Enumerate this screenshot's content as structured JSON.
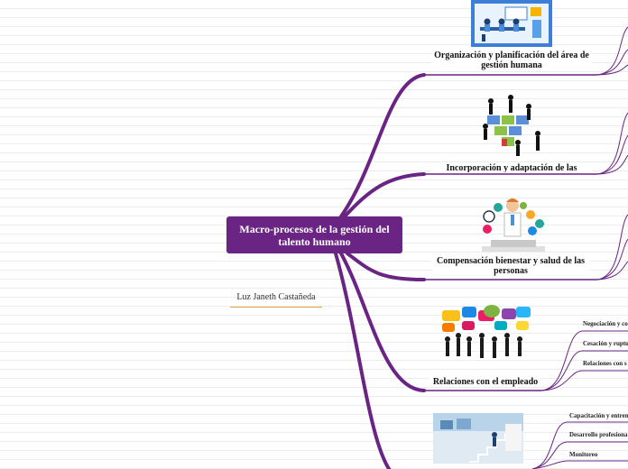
{
  "central_topic": "Macro-procesos de la gestión del talento humano",
  "author": "Luz Janeth Castañeda",
  "branches": [
    {
      "label": "Organización y planificación del área de gestión humana",
      "icon": "office-planning-illustration"
    },
    {
      "label": "Incorporación y adaptación de las",
      "icon": "puzzle-people-illustration"
    },
    {
      "label": "Compensación bienestar y salud de las personas",
      "icon": "doctor-wellness-illustration"
    },
    {
      "label": "Relaciones con el empleado",
      "icon": "speech-bubbles-people-illustration"
    },
    {
      "label": "",
      "icon": "stairs-growth-illustration"
    }
  ],
  "relaciones_subtopics": [
    "Negociación y co",
    "Cesación y ruptu",
    "Relaciones con s"
  ],
  "desarrollo_subtopics": [
    "Capacitación y entren",
    "Desarrollo profesiona",
    "Monitoreo"
  ],
  "colors": {
    "branch": "#6a2483",
    "central_bg": "#6a2483",
    "author_underline": "#e8a33d"
  }
}
